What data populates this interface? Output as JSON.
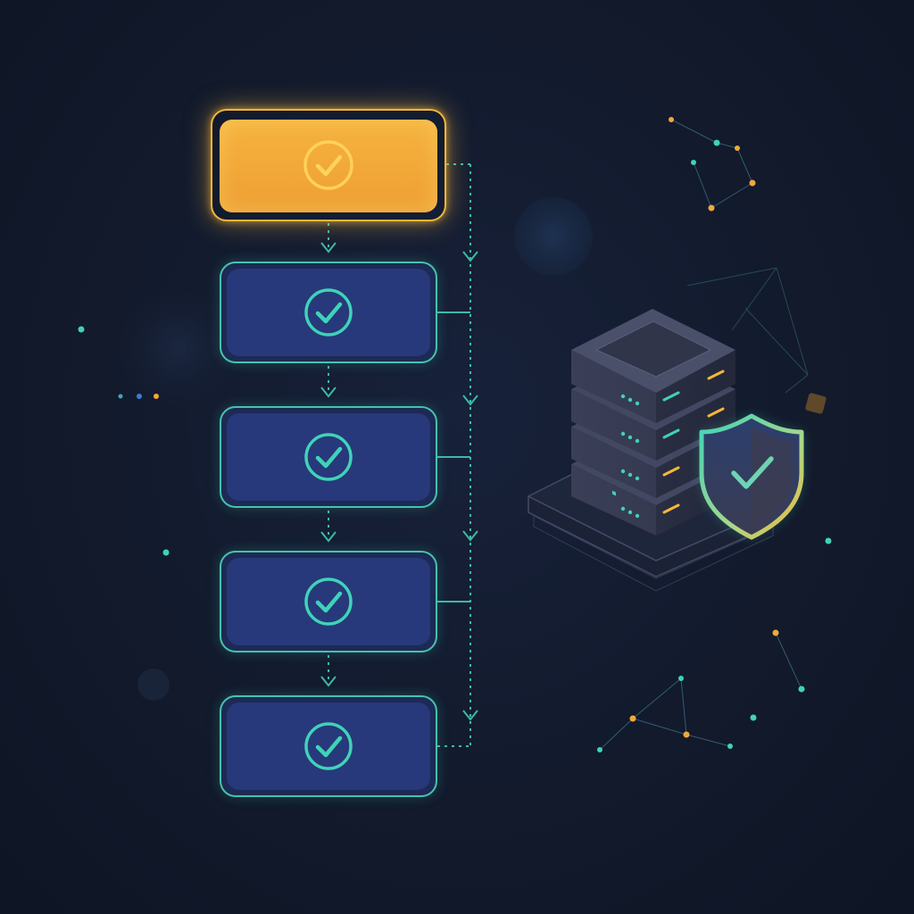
{
  "colors": {
    "background": "#121a2c",
    "teal": "#3fd3b8",
    "teal_border": "#47c2ad",
    "amber": "#f5b73a",
    "amber_fill": "#f0a93a",
    "box_fill": "#27397a",
    "server_body": "#3a3f57",
    "shield_fill": "#2c3f6e"
  },
  "workflow": {
    "steps": [
      {
        "id": "step-1",
        "state": "active",
        "icon": "check-circle-icon"
      },
      {
        "id": "step-2",
        "state": "complete",
        "icon": "check-circle-icon"
      },
      {
        "id": "step-3",
        "state": "complete",
        "icon": "check-circle-icon"
      },
      {
        "id": "step-4",
        "state": "complete",
        "icon": "check-circle-icon"
      },
      {
        "id": "step-5",
        "state": "complete",
        "icon": "check-circle-icon"
      }
    ],
    "connector_style": "dotted-arrow"
  },
  "illustration": {
    "server_icon": "server-stack-icon",
    "shield_icon": "shield-check-icon"
  }
}
